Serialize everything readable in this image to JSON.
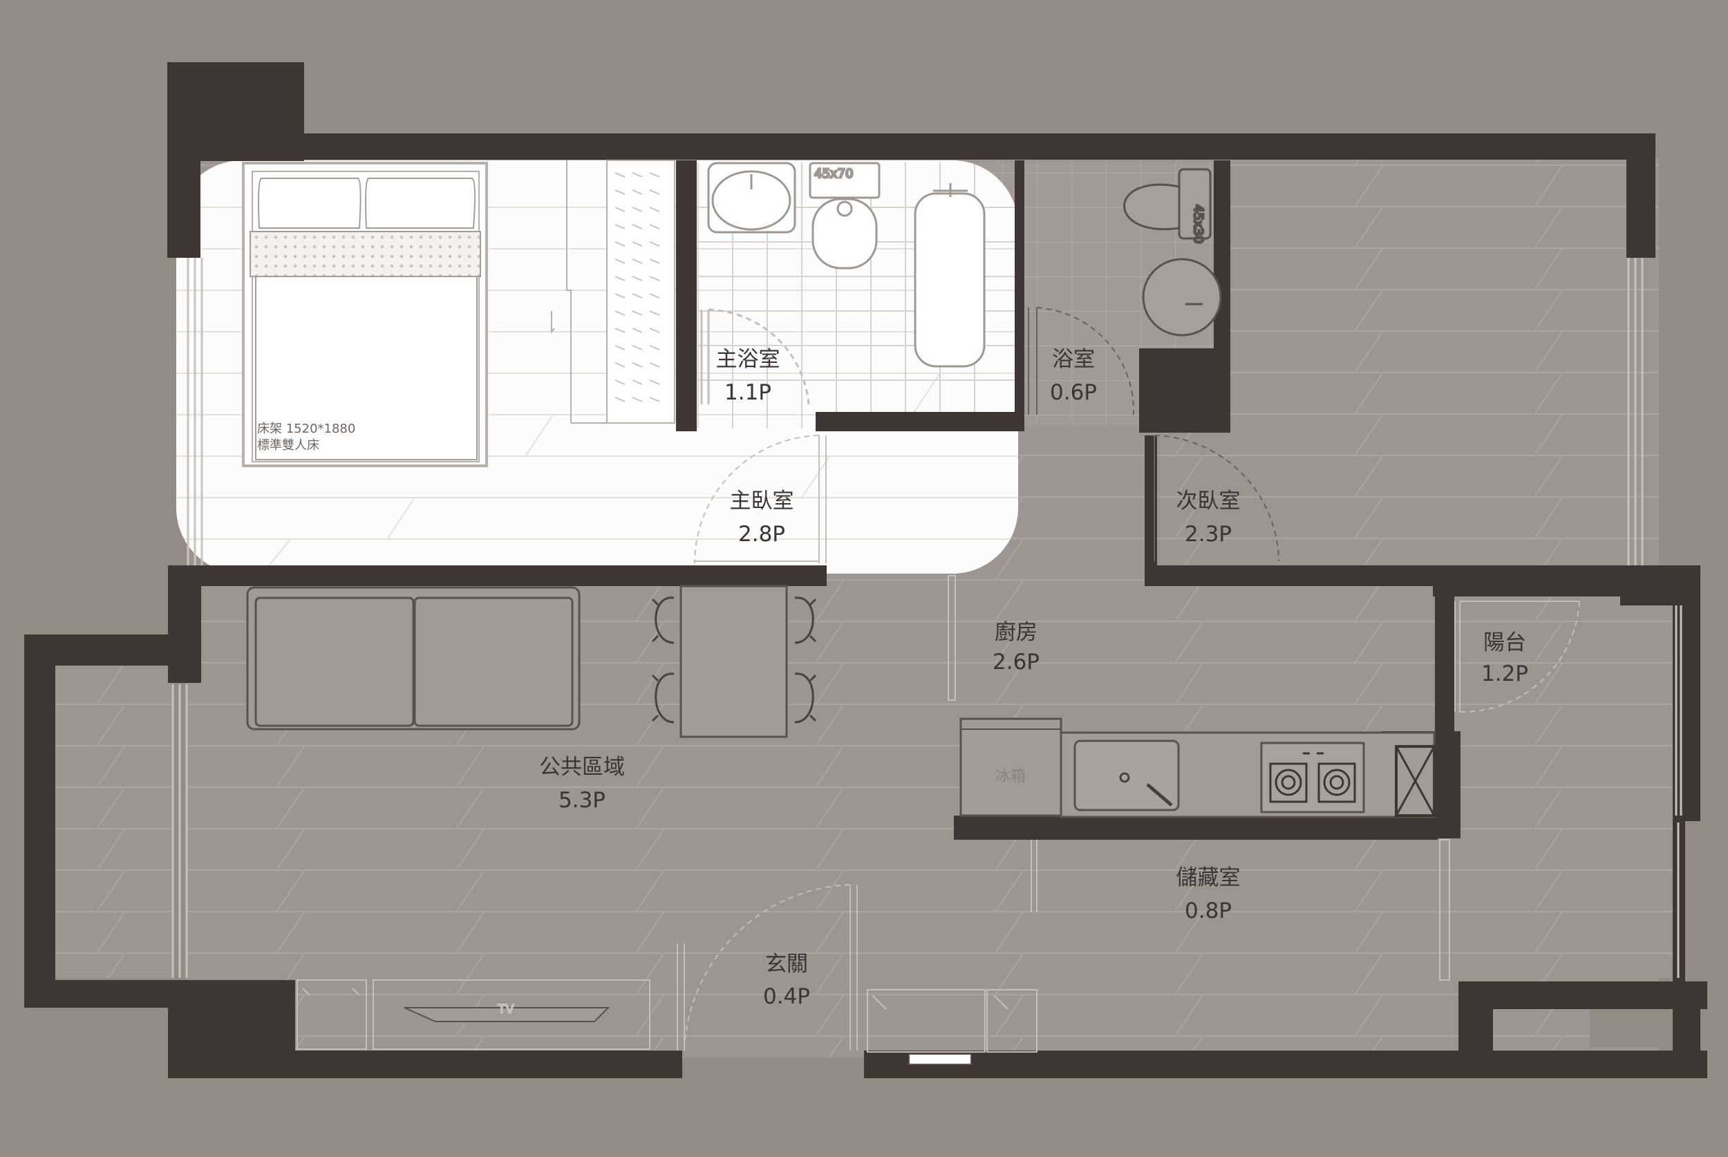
{
  "colors": {
    "background": "#948b85",
    "wall": "#3f3532",
    "floor": "#9d958f",
    "floor_line": "#aca49e",
    "highlight": "#ffffff",
    "label": "#3b3431"
  },
  "rooms": {
    "master_bath": {
      "name": "主浴室",
      "area": "1.1P"
    },
    "master_bedroom": {
      "name": "主臥室",
      "area": "2.8P"
    },
    "bathroom": {
      "name": "浴室",
      "area": "0.6P"
    },
    "second_bedroom": {
      "name": "次臥室",
      "area": "2.3P"
    },
    "kitchen": {
      "name": "廚房",
      "area": "2.6P"
    },
    "balcony": {
      "name": "陽台",
      "area": "1.2P"
    },
    "public_area": {
      "name": "公共區域",
      "area": "5.3P"
    },
    "storage": {
      "name": "儲藏室",
      "area": "0.8P"
    },
    "entrance": {
      "name": "玄關",
      "area": "0.4P"
    }
  },
  "annotations": {
    "bed_size": "床架 1520*1880",
    "bed_type": "標準雙人床",
    "fridge": "冰箱",
    "basin_size": "45x70",
    "toilet_size": "45x30",
    "tv": "TV"
  },
  "icons": [
    "bed-icon",
    "sink-icon",
    "toilet-icon",
    "bathtub-icon",
    "sofa-icon",
    "dining-table-icon",
    "stove-icon",
    "fridge-icon",
    "door-swing-icon"
  ]
}
